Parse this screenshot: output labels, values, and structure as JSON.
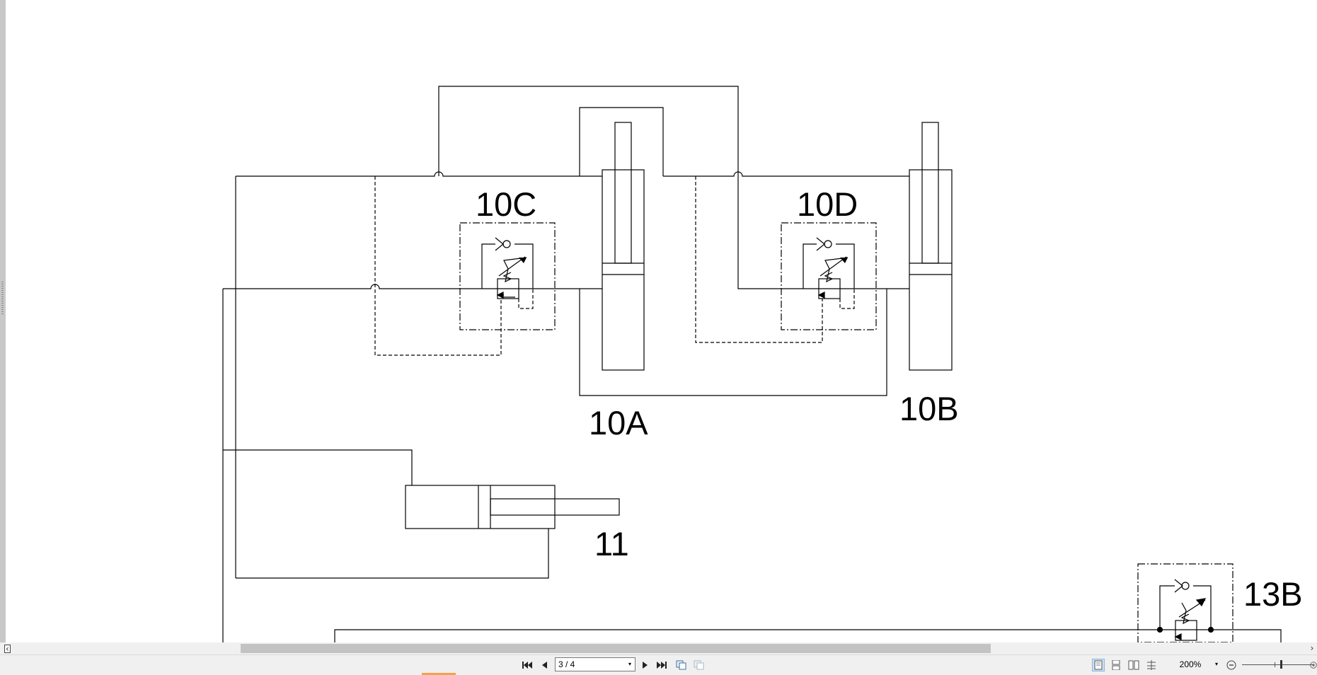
{
  "document": {
    "labels": {
      "l10c": "10C",
      "l10d": "10D",
      "l10a": "10A",
      "l10b": "10B",
      "l11": "11",
      "l13b": "13B"
    }
  },
  "navigation": {
    "page_indicator": "3 / 4",
    "zoom": "200%"
  },
  "icons": {
    "first_page": "first-page-icon",
    "prev_page": "previous-page-icon",
    "next_page": "next-page-icon",
    "last_page": "last-page-icon",
    "single_page_view": "single-page-view-icon",
    "continuous_view": "continuous-view-icon",
    "two_page_view": "two-page-view-icon",
    "two_page_continuous_view": "two-page-continuous-view-icon",
    "zoom_out": "zoom-out-icon",
    "zoom_in": "zoom-in-icon"
  },
  "colors": {
    "line": "#000000",
    "toolbar": "#f0f0f0",
    "scroll_thumb": "#c3c3c3",
    "active_tab": "#f6a24a"
  }
}
